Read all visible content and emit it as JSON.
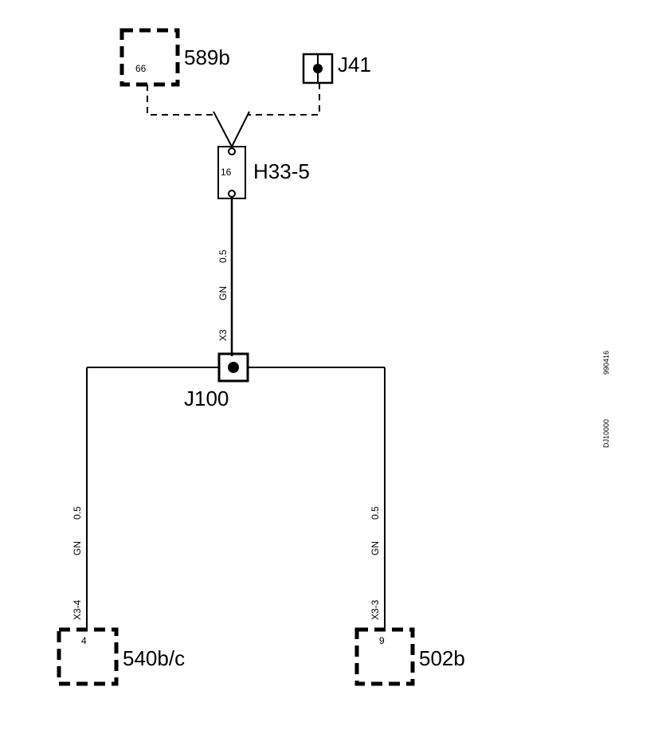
{
  "components": {
    "c589b": {
      "label": "589b",
      "pin": "66"
    },
    "j41": {
      "label": "J41"
    },
    "h33_5": {
      "label": "H33-5",
      "pin": "16"
    },
    "j100": {
      "label": "J100"
    },
    "c540bc": {
      "label": "540b/c",
      "pin": "4"
    },
    "c502b": {
      "label": "502b",
      "pin": "9"
    }
  },
  "wires": {
    "upper": {
      "size": "0.5",
      "color": "GN",
      "terminal": "X3"
    },
    "left": {
      "size": "0.5",
      "color": "GN",
      "terminal": "X3-4"
    },
    "right": {
      "size": "0.5",
      "color": "GN",
      "terminal": "X3-3"
    }
  },
  "side_codes": {
    "code1": "990416",
    "code2": "DJ10000"
  },
  "colors": {
    "line": "#000000",
    "background": "#ffffff"
  }
}
